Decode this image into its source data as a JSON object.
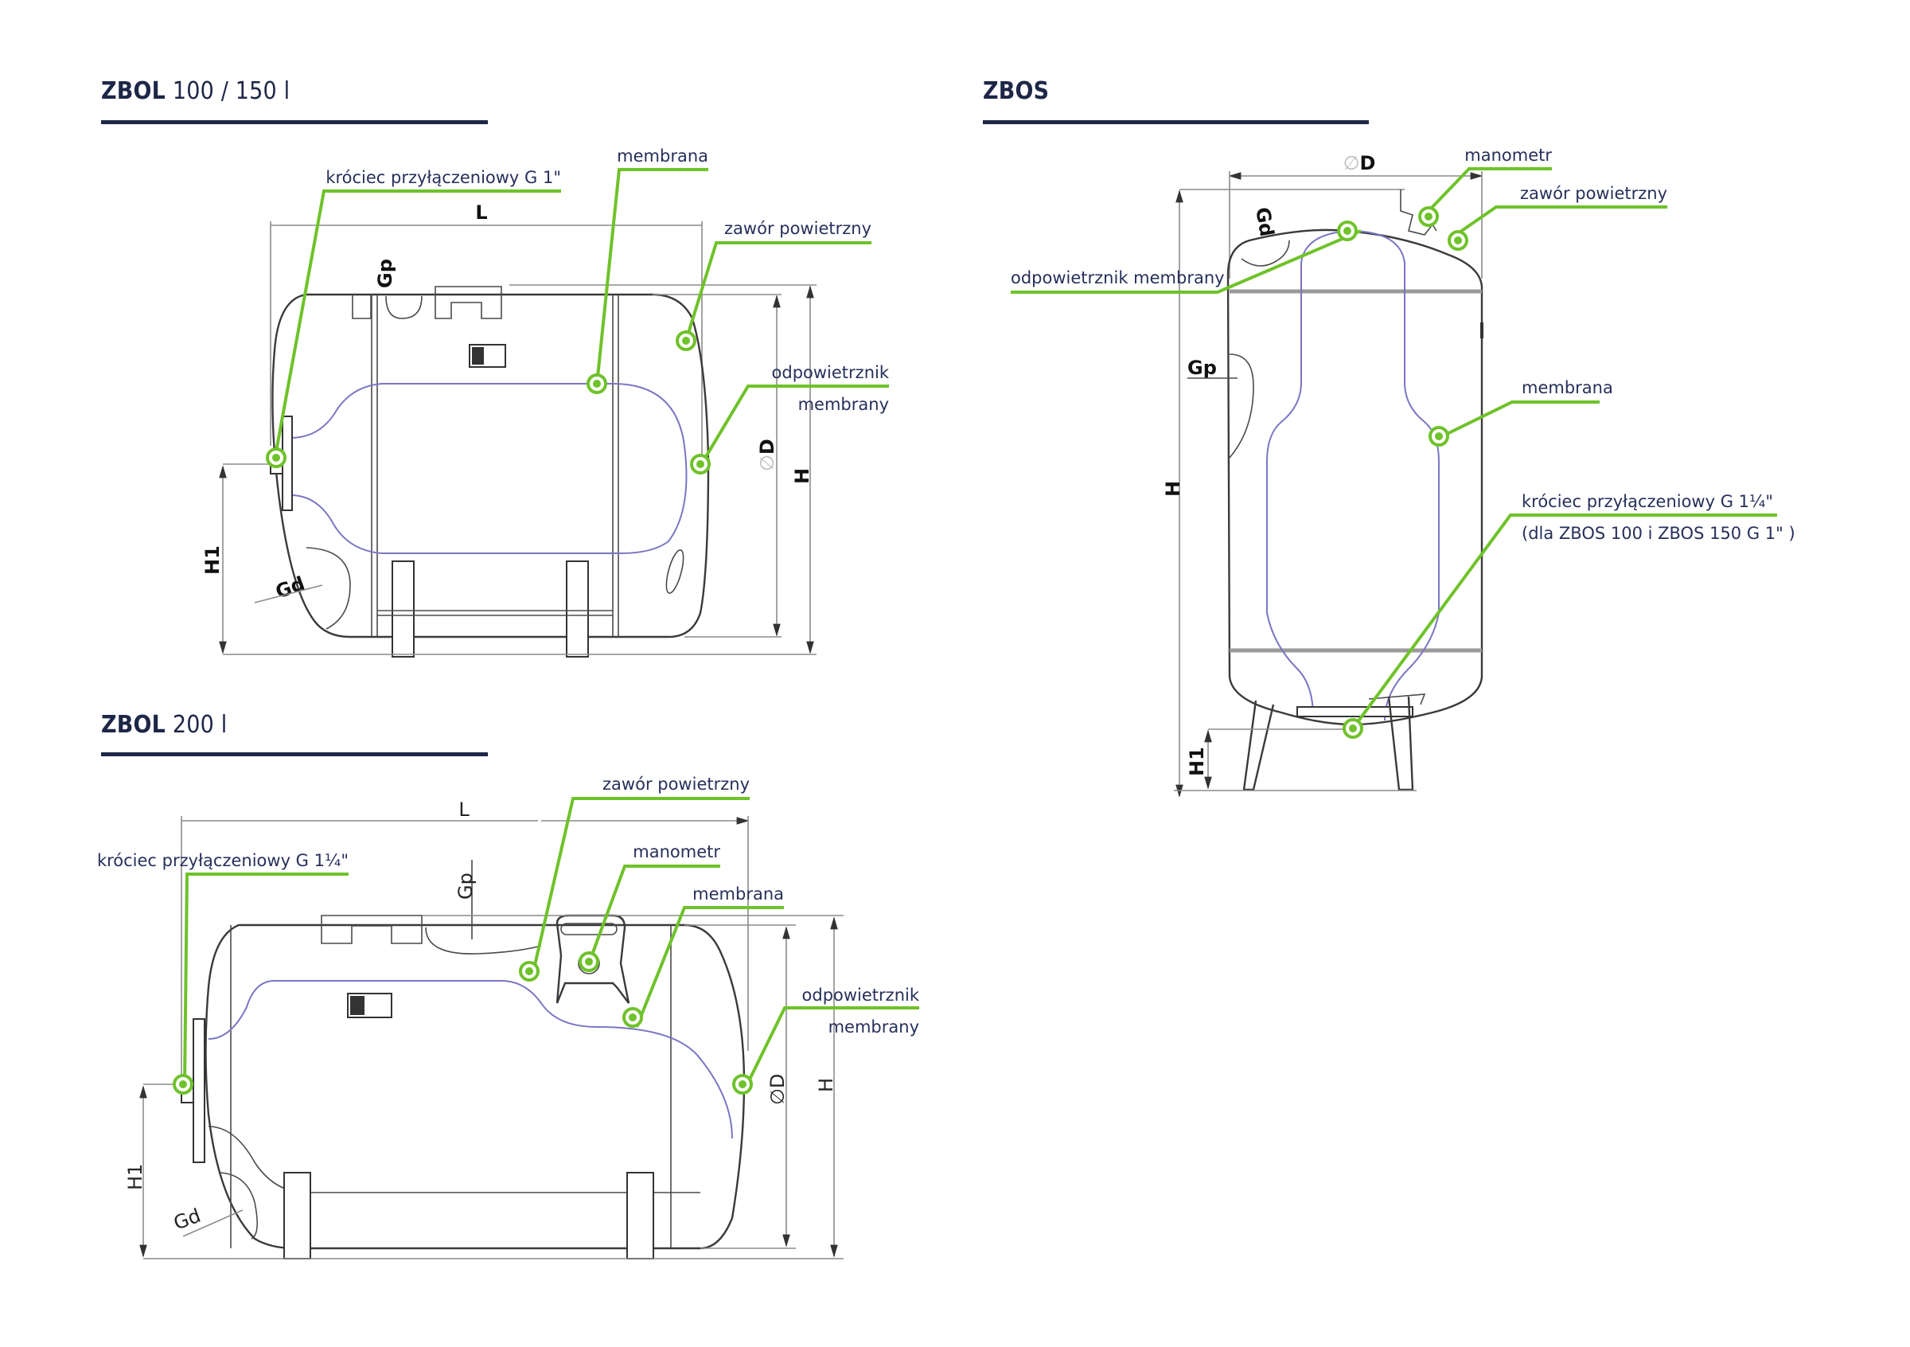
{
  "colors": {
    "title": "#1d2747",
    "callout_text": "#26305a",
    "leader": "#6fc22a",
    "membrane": "#7a76c4",
    "outline": "#3a3a3a",
    "dimension": "#8c8c8c"
  },
  "sections": {
    "zbol_100_150": {
      "title_bold": "ZBOL",
      "title_rest": " 100 / 150 l",
      "labels": {
        "connector": "króciec przyłączeniowy G 1\"",
        "membrane": "membrana",
        "air_valve": "zawór powietrzny",
        "vent_line1": "odpowietrznik",
        "vent_line2": "membrany"
      },
      "dimensions": {
        "L": "L",
        "Gp": "Gp",
        "D": "D",
        "diameter_symbol": "∅",
        "H": "H",
        "H1": "H1",
        "Gd": "Gd"
      }
    },
    "zbol_200": {
      "title_bold": "ZBOL",
      "title_rest": " 200 l",
      "labels": {
        "connector": "króciec przyłączeniowy  G 1¼\"",
        "air_valve": "zawór powietrzny",
        "manometer": "manometr",
        "membrane": "membrana",
        "vent_line1": "odpowietrznik",
        "vent_line2": "membrany"
      },
      "dimensions": {
        "L": "L",
        "Gp": "Gp",
        "D": "D",
        "diameter_symbol": "∅",
        "H": "H",
        "H1": "H1",
        "Gd": "Gd"
      }
    },
    "zbos": {
      "title_bold": "ZBOS",
      "labels": {
        "manometer": "manometr",
        "air_valve": "zawór powietrzny",
        "vent": "odpowietrznik membrany",
        "membrane": "membrana",
        "connector_line1": "króciec przyłączeniowy  G 1¼\"",
        "connector_line2": "(dla ZBOS 100 i ZBOS 150  G 1\" )"
      },
      "dimensions": {
        "D": "D",
        "diameter_symbol": "∅",
        "H": "H",
        "H1": "H1",
        "Gd": "Gd",
        "Gp": "Gp"
      }
    }
  }
}
